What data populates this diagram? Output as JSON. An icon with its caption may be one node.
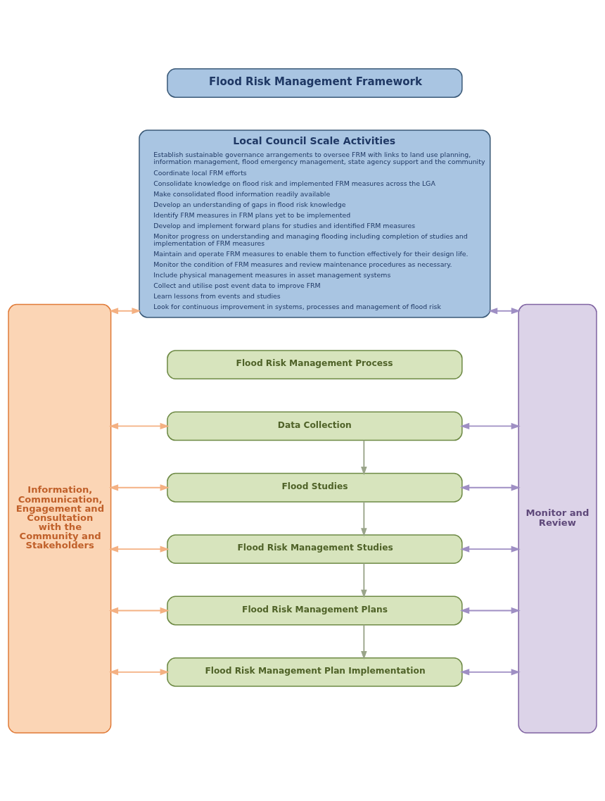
{
  "diagram": {
    "nodes": [
      {
        "text": [
          "Flood Risk Management Framework"
        ]
      },
      {
        "text": [
          "Information, Communication, Engagement and Consultation with the Community and Stakeholders"
        ]
      },
      {
        "text": [
          "Local Council Scale Activities",
          "Establish sustainable governance arrangements to oversee FRM with links to land use planning, information management, flood emergency management, state agency support and the community",
          "Coordinate local FRM efforts",
          "Consolidate knowledge on flood risk and implemented FRM measures across the LGA",
          "Make consolidated flood information readily available",
          "Develop an understanding of gaps in flood risk knowledge",
          "Identify FRM measures in FRM plans yet to be implemented",
          "Develop and implement forward plans for studies and identified FRM measures",
          "Monitor progress on understanding and managing flooding including completion of studies and implementation of FRM measures",
          "Maintain and operate FRM measures to enable them to function effectively for their design life.",
          "Monitor the condition of FRM measures and review maintenance procedures as necessary.",
          "Include physical management measures in asset management systems",
          "Collect and utilise post event data to improve FRM",
          "Learn lessons from events and studies",
          "Look for continuous improvement in systems, processes and management of flood risk"
        ]
      },
      {
        "text": [
          "Flood Risk Management Process"
        ]
      },
      {
        "text": [
          "Data Collection"
        ]
      },
      {
        "text": [
          "Flood Studies"
        ]
      },
      {
        "text": [
          "Flood Risk Management Studies"
        ]
      },
      {
        "text": [
          "Flood Risk Management Plans"
        ]
      },
      {
        "text": [
          "Flood Risk Management Plan Implementation"
        ]
      },
      {
        "text": [
          "Monitor and Review"
        ]
      }
    ],
    "edges": [
      {
        "from": 1,
        "to": 2,
        "arrow": "both",
        "color": "#f4b183"
      },
      {
        "from": 1,
        "to": 4,
        "arrow": "both",
        "color": "#f4b183"
      },
      {
        "from": 1,
        "to": 5,
        "arrow": "both",
        "color": "#f4b183"
      },
      {
        "from": 1,
        "to": 6,
        "arrow": "both",
        "color": "#f4b183"
      },
      {
        "from": 1,
        "to": 7,
        "arrow": "both",
        "color": "#f4b183"
      },
      {
        "from": 1,
        "to": 8,
        "arrow": "both",
        "color": "#f4b183"
      },
      {
        "from": 2,
        "to": 9,
        "arrow": "both",
        "color": "#9f8fc4"
      },
      {
        "from": 4,
        "to": 9,
        "arrow": "both",
        "color": "#9f8fc4"
      },
      {
        "from": 5,
        "to": 9,
        "arrow": "both",
        "color": "#9f8fc4"
      },
      {
        "from": 6,
        "to": 9,
        "arrow": "both",
        "color": "#9f8fc4"
      },
      {
        "from": 7,
        "to": 9,
        "arrow": "both",
        "color": "#9f8fc4"
      },
      {
        "from": 8,
        "to": 9,
        "arrow": "both",
        "color": "#9f8fc4"
      },
      {
        "from": 4,
        "to": 5,
        "arrow": "to"
      },
      {
        "from": 5,
        "to": 6,
        "arrow": "to"
      },
      {
        "from": 6,
        "to": 7,
        "arrow": "to"
      },
      {
        "from": 7,
        "to": 8,
        "arrow": "to"
      }
    ]
  }
}
